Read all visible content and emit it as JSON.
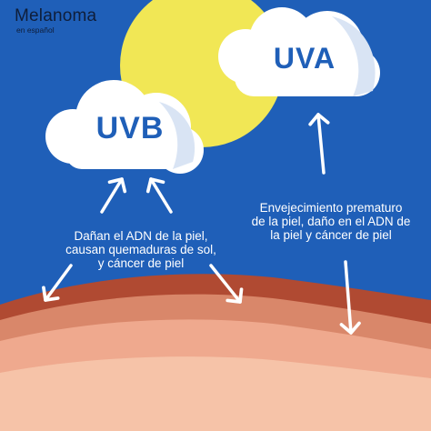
{
  "logo": {
    "name": "Melanoma",
    "subtitle": "en español"
  },
  "uvb": {
    "label": "UVB",
    "caption_lines": [
      "Dañan el ADN de la piel,",
      "causan quemaduras de sol,",
      "y  cáncer de piel"
    ]
  },
  "uva": {
    "label": "UVA",
    "caption_lines": [
      "Envejecimiento prematuro",
      "de la piel, daño en el ADN de",
      "la piel y cáncer de piel"
    ]
  },
  "colors": {
    "sky": "#1f5fb8",
    "sun": "#f1e755",
    "cloud": "#ffffff",
    "cloud_shadow": "#d9e4f4",
    "skin_outer": "#b04a32",
    "skin_second": "#d9876a",
    "skin_third": "#efa98e",
    "skin_inner": "#f6c3a8",
    "text_dark": "#0f1e3a"
  }
}
